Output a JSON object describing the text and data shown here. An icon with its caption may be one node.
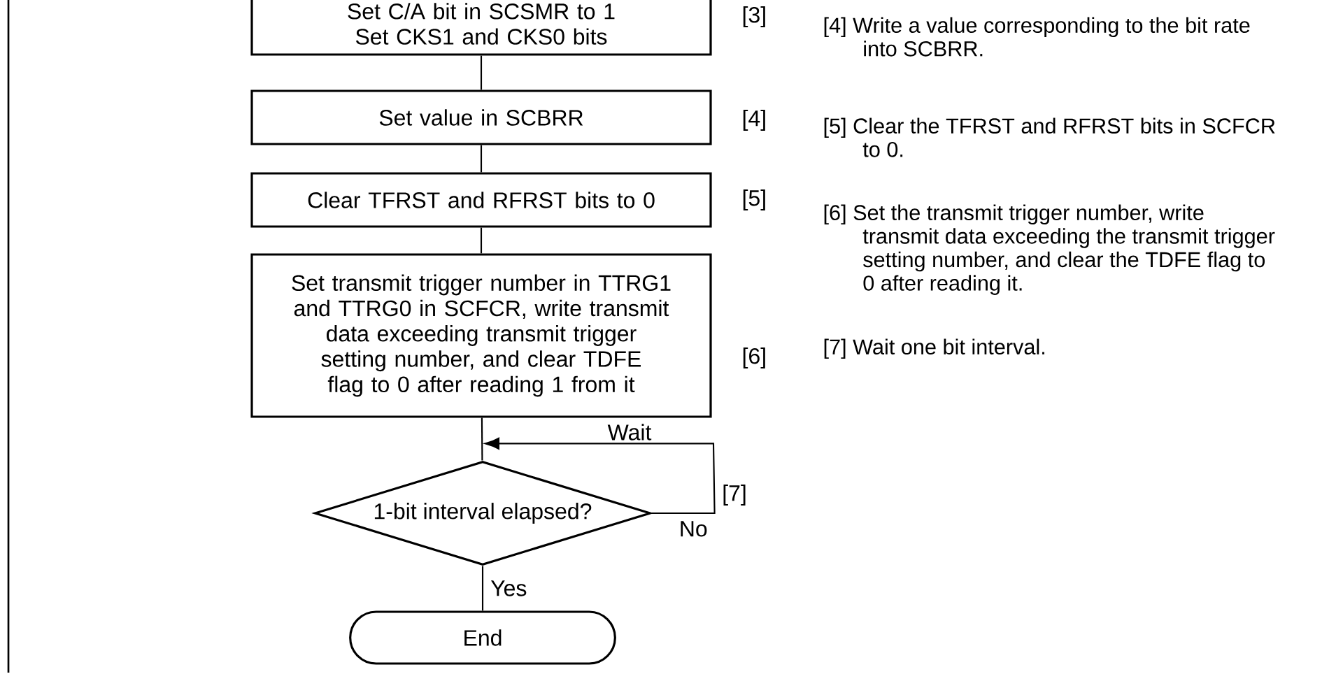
{
  "diagram": {
    "nodes": [
      {
        "text": [
          "Set C/A bit in SCSMR to 1 Set CKS1 and CKS0 bits"
        ],
        "beside": [
          "[3]"
        ]
      },
      {
        "text": [
          "Set value in SCBRR"
        ],
        "beside": [
          "[4]"
        ]
      },
      {
        "text": [
          "Clear TFRST and RFRST bits to 0"
        ],
        "beside": [
          "[5]"
        ]
      },
      {
        "text": [
          "Set transmit trigger number in TTRG1 and TTRG0 in SCFCR, write transmit data exceeding transmit trigger setting number, and clear TDFE flag to 0 after reading 1 from it"
        ],
        "beside": [
          "[6]"
        ]
      },
      {
        "text": [
          "1-bit interval elapsed?"
        ]
      },
      {
        "text": [
          "End"
        ]
      }
    ],
    "edges": [
      {
        "from": 0,
        "to": 1,
        "arrow": "none"
      },
      {
        "from": 1,
        "to": 2,
        "arrow": "none"
      },
      {
        "from": 2,
        "to": 3,
        "arrow": "none"
      },
      {
        "from": 3,
        "to": 4,
        "arrow": "none"
      },
      {
        "from": 4,
        "to": 4,
        "arrow": "to",
        "label": "No"
      },
      {
        "from": 4,
        "to": 5,
        "arrow": "none",
        "label": "Yes"
      }
    ],
    "labels": [
      "[4] Write a value corresponding to the bit rate into SCBRR.",
      "[5] Clear the TFRST and RFRST bits in SCFCR to 0.",
      "[6] Set the transmit trigger number, write transmit data exceeding the transmit trigger setting number, and clear the TDFE flag to 0 after reading it.",
      "[7] Wait one bit interval.",
      "Wait",
      "[7]"
    ]
  }
}
